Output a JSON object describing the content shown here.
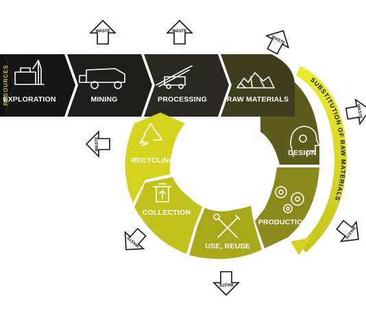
{
  "side_label": "RESOURCES",
  "linear_steps": [
    {
      "label": "EXPLORATION",
      "icon": "drill-rig-icon"
    },
    {
      "label": "MINING",
      "icon": "dump-truck-icon"
    },
    {
      "label": "PROCESSING",
      "icon": "conveyor-icon"
    },
    {
      "label": "RAW MATERIALS",
      "icon": "ore-pile-icon"
    }
  ],
  "cycle_steps": [
    {
      "label": "DESIGN",
      "icon": "head-gears-icon"
    },
    {
      "label": "PRODUCTION",
      "icon": "gears-icon"
    },
    {
      "label": "USE, REUSE",
      "icon": "wrench-screwdriver-icon"
    },
    {
      "label": "COLLECTION",
      "icon": "recycle-bin-icon"
    },
    {
      "label": "RECYCLING",
      "icon": "recycle-icon"
    }
  ],
  "waste_label": "WASTE",
  "substitution_label": "SUBSTITUTION OF RAW MATERIALS",
  "colors": {
    "dark": "#1c1c1a",
    "olive_dark": "#44441c",
    "olive": "#7c7c1e",
    "yellow": "#c8c81c",
    "bright": "#dede22"
  }
}
